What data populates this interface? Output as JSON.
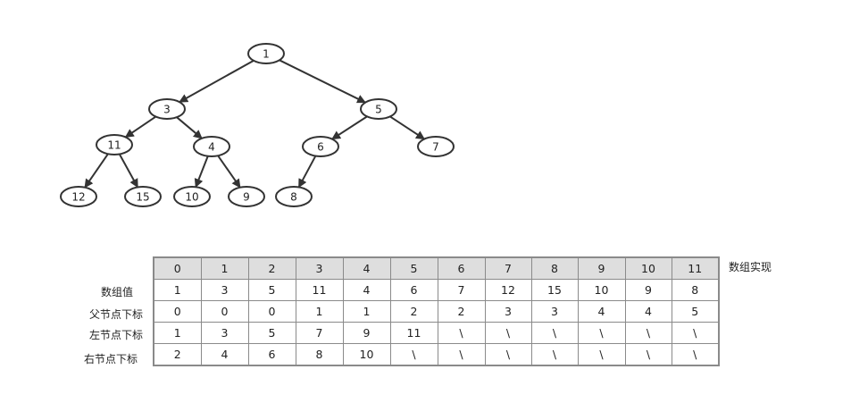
{
  "tree": {
    "nodes": [
      {
        "id": "n1",
        "label": "1"
      },
      {
        "id": "n3",
        "label": "3"
      },
      {
        "id": "n5",
        "label": "5"
      },
      {
        "id": "n11",
        "label": "11"
      },
      {
        "id": "n4",
        "label": "4"
      },
      {
        "id": "n6",
        "label": "6"
      },
      {
        "id": "n7",
        "label": "7"
      },
      {
        "id": "n12",
        "label": "12"
      },
      {
        "id": "n15",
        "label": "15"
      },
      {
        "id": "n10",
        "label": "10"
      },
      {
        "id": "n9",
        "label": "9"
      },
      {
        "id": "n8",
        "label": "8"
      }
    ],
    "edges": [
      [
        "n1",
        "n3"
      ],
      [
        "n1",
        "n5"
      ],
      [
        "n3",
        "n11"
      ],
      [
        "n3",
        "n4"
      ],
      [
        "n5",
        "n6"
      ],
      [
        "n5",
        "n7"
      ],
      [
        "n11",
        "n12"
      ],
      [
        "n11",
        "n15"
      ],
      [
        "n4",
        "n10"
      ],
      [
        "n4",
        "n9"
      ],
      [
        "n6",
        "n8"
      ]
    ]
  },
  "array": {
    "title": "数组实现",
    "indices": [
      "0",
      "1",
      "2",
      "3",
      "4",
      "5",
      "6",
      "7",
      "8",
      "9",
      "10",
      "11"
    ],
    "rows": [
      {
        "label": "数组值",
        "values": [
          "1",
          "3",
          "5",
          "11",
          "4",
          "6",
          "7",
          "12",
          "15",
          "10",
          "9",
          "8"
        ]
      },
      {
        "label": "父节点下标",
        "values": [
          "0",
          "0",
          "0",
          "1",
          "1",
          "2",
          "2",
          "3",
          "3",
          "4",
          "4",
          "5"
        ]
      },
      {
        "label": "左节点下标",
        "values": [
          "1",
          "3",
          "5",
          "7",
          "9",
          "11",
          "\\",
          "\\",
          "\\",
          "\\",
          "\\",
          "\\"
        ]
      },
      {
        "label": "右节点下标",
        "values": [
          "2",
          "4",
          "6",
          "8",
          "10",
          "\\",
          "\\",
          "\\",
          "\\",
          "\\",
          "\\",
          "\\"
        ]
      }
    ]
  }
}
